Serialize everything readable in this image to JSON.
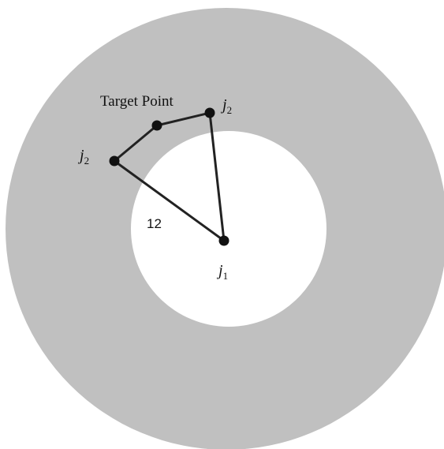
{
  "colors": {
    "workspace_ring": "#c0c0c0",
    "inner_hole": "#ffffff",
    "links": "#222222",
    "joints": "#111111"
  },
  "labels": {
    "target_point": "Target Point",
    "joint_upper_main": "j",
    "joint_upper_sub": "2",
    "joint_left_main": "j",
    "joint_left_sub": "2",
    "joint_base_main": "j",
    "joint_base_sub": "1",
    "link_length": "12"
  }
}
